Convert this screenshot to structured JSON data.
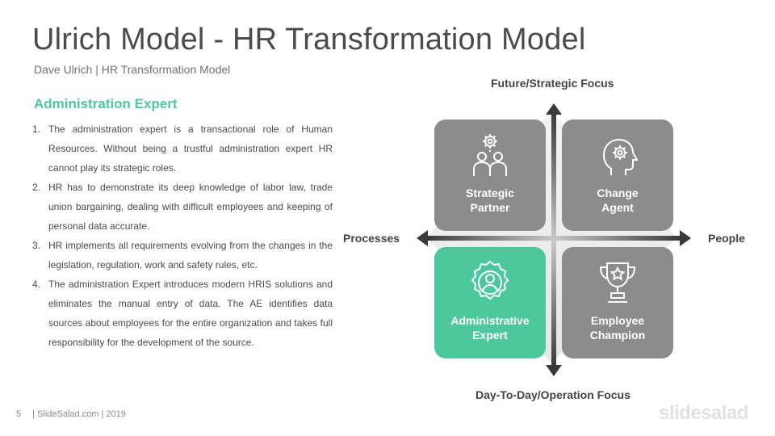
{
  "slide": {
    "title": "Ulrich Model - HR Transformation Model",
    "subtitle": "Dave Ulrich | HR Transformation Model",
    "section_heading": "Administration Expert",
    "points": [
      {
        "num": "1.",
        "text": "The administration expert is a transactional role of Human Resources. Without being a trustful administration expert HR cannot play its strategic roles."
      },
      {
        "num": "2.",
        "text": "HR has to demonstrate its deep knowledge of labor law, trade union bargaining, dealing with difficult employees and keeping of personal data accurate."
      },
      {
        "num": "3.",
        "text": "HR implements all requirements evolving from the changes in the legislation, regulation, work and safety rules, etc."
      },
      {
        "num": "4.",
        "text": "The administration Expert introduces modern HRIS solutions and eliminates the manual entry of data. The AE identifies data sources about employees for the entire organization and takes full responsibility for the development of the source."
      }
    ]
  },
  "diagram": {
    "axis_top": "Future/Strategic Focus",
    "axis_bottom": "Day-To-Day/Operation Focus",
    "axis_left": "Processes",
    "axis_right": "People",
    "quadrants": [
      {
        "label_line1": "Strategic",
        "label_line2": "Partner",
        "icon": "team-gear-icon"
      },
      {
        "label_line1": "Change",
        "label_line2": "Agent",
        "icon": "head-gear-icon"
      },
      {
        "label_line1": "Administrative",
        "label_line2": "Expert",
        "icon": "user-gear-icon"
      },
      {
        "label_line1": "Employee",
        "label_line2": "Champion",
        "icon": "trophy-icon"
      }
    ]
  },
  "footer": {
    "page_number": "5",
    "credit": "| SlideSalad.com | 2019",
    "brand": "slidesalad"
  },
  "colors": {
    "accent": "#4dc79c",
    "card_gray": "#8c8c8c",
    "title_text": "#4b4b4b",
    "arrow": "#3a3a3a"
  }
}
